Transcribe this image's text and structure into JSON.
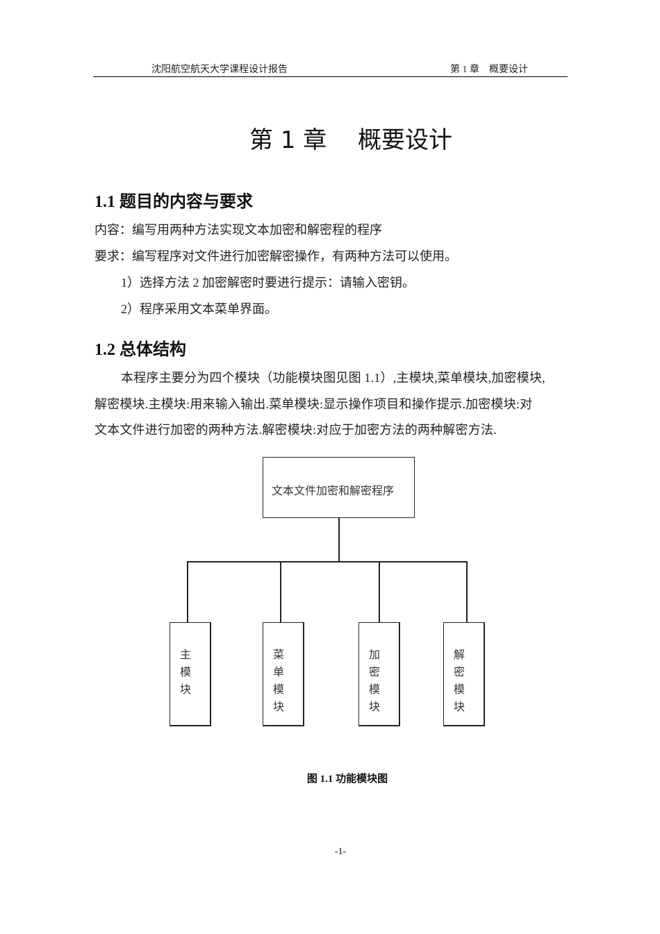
{
  "header": {
    "left": "沈阳航空航天大学课程设计报告",
    "right": "第 1 章　概要设计"
  },
  "chapter_title": "第 1 章　 概要设计",
  "sections": [
    {
      "title": "1.1 题目的内容与要求",
      "lines": [
        "内容：编写用两种方法实现文本加密和解密程的程序",
        "要求：编写程序对文件进行加密解密操作，有两种方法可以使用。",
        "1）选择方法 2 加密解密时要进行提示：请输入密钥。",
        "2）程序采用文本菜单界面。"
      ]
    },
    {
      "title": "1.2 总体结构",
      "lines": [
        "本程序主要分为四个模块（功能模块图见图 1.1）,主模块,菜单模块,加密模块,",
        "解密模块.主模块:用来输入输出.菜单模块:显示操作项目和操作提示.加密模块:对",
        "文本文件进行加密的两种方法.解密模块:对应于加密方法的两种解密方法."
      ]
    }
  ],
  "diagram": {
    "root": "文本文件加密和解密程序",
    "modules": [
      "主模块",
      "菜单模块",
      "加密模块",
      "解密模块"
    ]
  },
  "caption": "图 1.1  功能模块图",
  "page_number": "-1-"
}
